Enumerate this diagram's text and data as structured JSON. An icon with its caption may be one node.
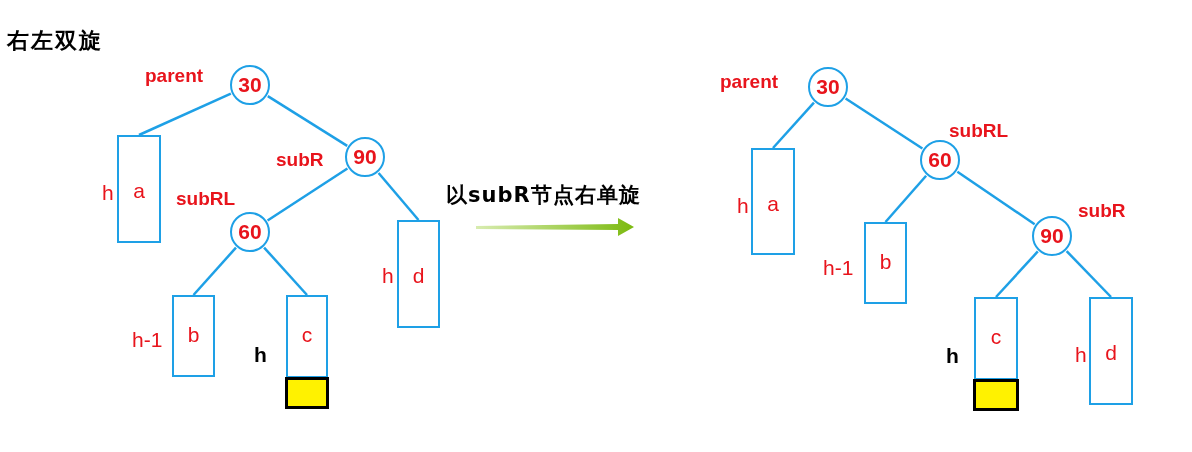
{
  "diagram": {
    "title": "右左双旋",
    "nodes": [
      {
        "text": [
          "30"
        ],
        "beside": [
          "parent"
        ]
      },
      {
        "text": [
          "a"
        ],
        "beside": [
          "h"
        ]
      },
      {
        "text": [
          "90"
        ],
        "beside": [
          "subR"
        ]
      },
      {
        "text": [
          "60"
        ],
        "beside": [
          "subRL"
        ]
      },
      {
        "text": [
          "b"
        ],
        "beside": [
          "h-1"
        ]
      },
      {
        "text": [
          "c"
        ],
        "beside": [
          "h"
        ]
      },
      {
        "text": [],
        "shape": "box"
      },
      {
        "text": [
          "d"
        ],
        "beside": [
          "h"
        ]
      },
      {
        "text": [
          "30"
        ],
        "beside": [
          "parent"
        ]
      },
      {
        "text": [
          "a"
        ],
        "beside": [
          "h"
        ]
      },
      {
        "text": [
          "60"
        ],
        "beside": [
          "subRL"
        ]
      },
      {
        "text": [
          "b"
        ],
        "beside": [
          "h-1"
        ]
      },
      {
        "text": [
          "90"
        ],
        "beside": [
          "subR"
        ]
      },
      {
        "text": [
          "c"
        ],
        "beside": [
          "h"
        ]
      },
      {
        "text": [],
        "shape": "box"
      },
      {
        "text": [
          "d"
        ],
        "beside": [
          "h"
        ]
      }
    ],
    "edges": [
      {
        "from": 0,
        "to": 1,
        "arrow": "none"
      },
      {
        "from": 0,
        "to": 2,
        "arrow": "none"
      },
      {
        "from": 2,
        "to": 3,
        "arrow": "none"
      },
      {
        "from": 2,
        "to": 7,
        "arrow": "none"
      },
      {
        "from": 3,
        "to": 4,
        "arrow": "none"
      },
      {
        "from": 3,
        "to": 5,
        "arrow": "none"
      },
      {
        "from": 8,
        "to": 9,
        "arrow": "none"
      },
      {
        "from": 8,
        "to": 10,
        "arrow": "none"
      },
      {
        "from": 10,
        "to": 11,
        "arrow": "none"
      },
      {
        "from": 10,
        "to": 12,
        "arrow": "none"
      },
      {
        "from": 12,
        "to": 13,
        "arrow": "none"
      },
      {
        "from": 12,
        "to": 15,
        "arrow": "none"
      }
    ],
    "labels": [
      "以subR节点右单旋"
    ]
  }
}
